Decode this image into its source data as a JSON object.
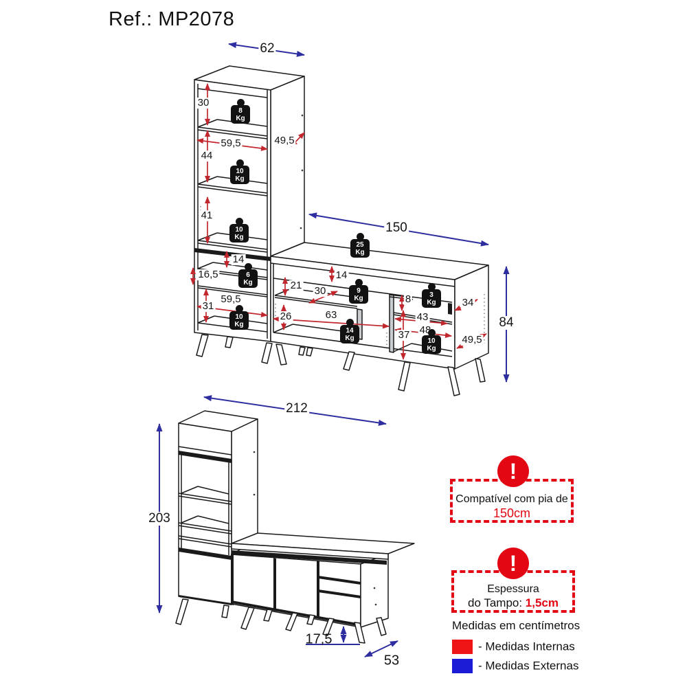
{
  "title": "Ref.: MP2078",
  "colors": {
    "line": "#1a1a1a",
    "internal_arrow": "#c2272d",
    "external_arrow": "#2e2ea0",
    "alert_red": "#e30613",
    "legend_internal": "#ee1416",
    "legend_external": "#1c1cd6"
  },
  "top": {
    "d62": "62",
    "d150": "150",
    "d84": "84",
    "d30": "30",
    "d59_5a": "59,5",
    "d49_5a": "49,5",
    "d44": "44",
    "d41": "41",
    "d14a": "14",
    "d16_5": "16,5",
    "d59_5b": "59,5",
    "d31": "31",
    "d14b": "14",
    "d21": "21",
    "d30b": "30",
    "d26": "26",
    "d63": "63",
    "d8": "8",
    "d43": "43",
    "d48": "48",
    "d37": "37",
    "d34": "34",
    "d49_5c": "49,5",
    "weights": {
      "w1": {
        "v": "8",
        "u": "Kg"
      },
      "w2": {
        "v": "10",
        "u": "Kg"
      },
      "w3": {
        "v": "10",
        "u": "Kg"
      },
      "w4": {
        "v": "6",
        "u": "Kg"
      },
      "w5": {
        "v": "10",
        "u": "Kg"
      },
      "w6": {
        "v": "25",
        "u": "Kg"
      },
      "w7": {
        "v": "9",
        "u": "Kg"
      },
      "w8": {
        "v": "14",
        "u": "Kg"
      },
      "w9": {
        "v": "3",
        "u": "Kg"
      },
      "w10": {
        "v": "10",
        "u": "Kg"
      }
    }
  },
  "bottom": {
    "d212": "212",
    "d203": "203",
    "d17_5": "17,5",
    "d53": "53"
  },
  "alerts": {
    "box1": {
      "mark": "!",
      "line1": "Compatível com pia de",
      "value": "150cm"
    },
    "box2": {
      "mark": "!",
      "line1": "Espessura",
      "line2_prefix": "do Tampo: ",
      "value": "1,5cm"
    }
  },
  "legend": {
    "title": "Medidas em centímetros",
    "internal_label": "- Medidas Internas",
    "external_label": "- Medidas Externas"
  }
}
